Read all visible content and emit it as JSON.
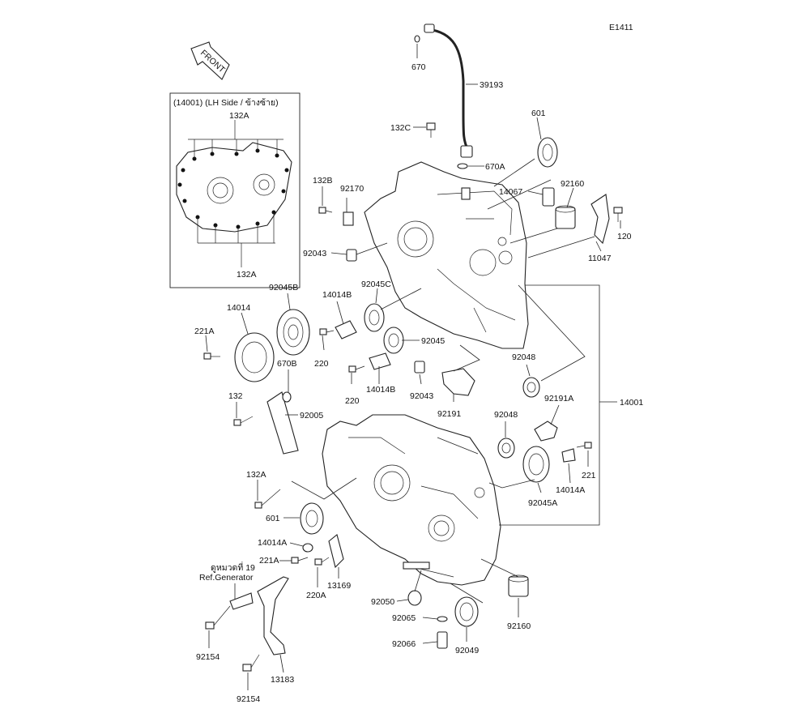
{
  "diagram_id": "E1411",
  "front_label": "FRONT",
  "inset": {
    "title": "(14001) (LH Side / ข้างซ้าย)",
    "label_top": "132A",
    "label_bottom": "132A"
  },
  "ref_note": {
    "line1": "ดูหมวดที่ 19",
    "line2": "Ref.Generator"
  },
  "labels": {
    "p670": "670",
    "p39193": "39193",
    "p132C": "132C",
    "p670A": "670A",
    "p601_top": "601",
    "p14067": "14067",
    "p92160_top": "92160",
    "p120": "120",
    "p11047": "11047",
    "p132B": "132B",
    "p92170": "92170",
    "p92043_top": "92043",
    "p92045B": "92045B",
    "p14014B_top": "14014B",
    "p92045C": "92045C",
    "p14014": "14014",
    "p221A": "221A",
    "p220_a": "220",
    "p92045": "92045",
    "p670B": "670B",
    "p220_b": "220",
    "p14014B_b": "14014B",
    "p92043_b": "92043",
    "p92048_top": "92048",
    "p92191": "92191",
    "p14001": "14001",
    "p92191A": "92191A",
    "p132": "132",
    "p92005": "92005",
    "p92048_b": "92048",
    "p221": "221",
    "p14014A_r": "14014A",
    "p92045A": "92045A",
    "p132A": "132A",
    "p601_b": "601",
    "p14014A_l": "14014A",
    "p221A_b": "221A",
    "p13169": "13169",
    "p220A": "220A",
    "p92050": "92050",
    "p92065": "92065",
    "p92066": "92066",
    "p92049": "92049",
    "p92160_b": "92160",
    "p92154_a": "92154",
    "p13183": "13183",
    "p92154_b": "92154"
  }
}
